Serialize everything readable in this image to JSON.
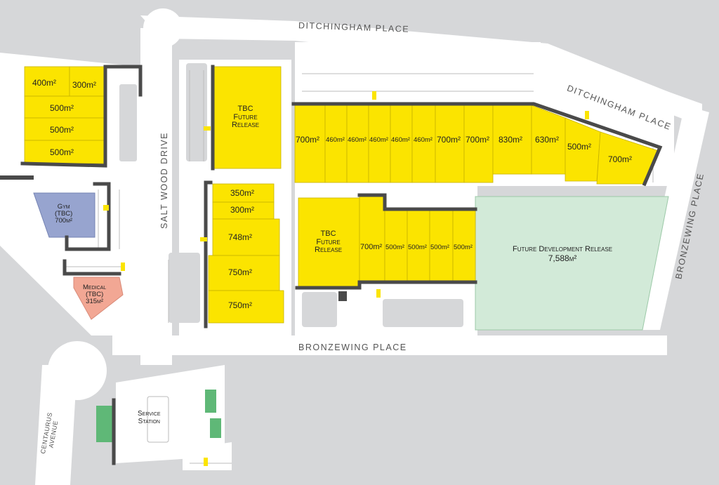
{
  "roads": {
    "ditchingham_top": "DITCHINGHAM PLACE",
    "ditchingham_diag": "DITCHINGHAM PLACE",
    "saltwood": "SALT WOOD DRIVE",
    "bronzewing_vert": "BRONZEWING PLACE",
    "bronzewing_bottom": "BRONZEWING PLACE",
    "centaurus_1": "CENTAURUS",
    "centaurus_2": "AVENUE"
  },
  "units": {
    "west_400": "400m²",
    "west_300": "300m²",
    "west_500a": "500m²",
    "west_500b": "500m²",
    "west_500c": "500m²",
    "mid_350": "350m²",
    "mid_300": "300m²",
    "mid_748": "748m²",
    "mid_750": "750m²",
    "mid_750b": "750m²",
    "n1": "700m²",
    "n2": "460m²",
    "n3": "460m²",
    "n4": "460m²",
    "n5": "460m²",
    "n6": "460m²",
    "n7": "700m²",
    "n8": "700m²",
    "n9": "830m²",
    "n10": "630m²",
    "n11": "500m²",
    "n12": "700m²",
    "s2": "700m²",
    "s3": "500m²",
    "s4": "500m²",
    "s5": "500m²",
    "s6": "500m²"
  },
  "tbc_north": {
    "l1": "TBC",
    "l2": "Future",
    "l3": "Release"
  },
  "tbc_south": {
    "l1": "TBC",
    "l2": "Future",
    "l3": "Release"
  },
  "gym": {
    "l1": "Gym",
    "l2": "(TBC)",
    "l3": "700m²"
  },
  "medical": {
    "l1": "Medical",
    "l2": "(TBC)",
    "l3": "315m²"
  },
  "future_dev": {
    "l1": "Future Development Release",
    "l2": "7,588m²"
  },
  "service": {
    "l1": "Service",
    "l2": "Station"
  },
  "colors": {
    "background": "#d6d7d9",
    "road": "#ffffff",
    "unit": "#fbe400",
    "gym": "#97a4cf",
    "medical": "#f2a794",
    "future": "#d2ead8",
    "green": "#5fb877",
    "wall": "#4a4a4a"
  }
}
